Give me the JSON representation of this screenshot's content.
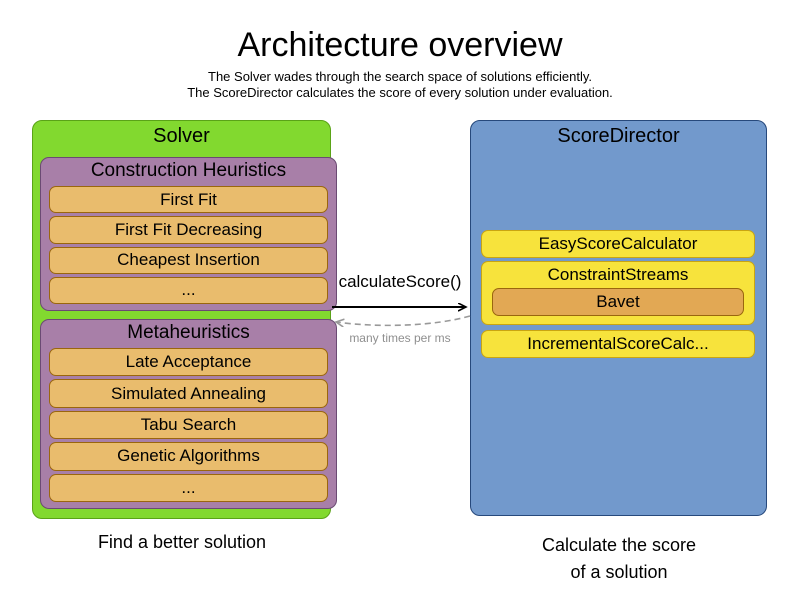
{
  "header": {
    "title": "Architecture overview",
    "subtitle1": "The Solver wades through the search space of solutions efficiently.",
    "subtitle2": "The ScoreDirector calculates the score of every solution under evaluation."
  },
  "solver": {
    "title": "Solver",
    "caption": "Find a better solution",
    "groups": [
      {
        "title": "Construction Heuristics",
        "items": [
          "First Fit",
          "First Fit Decreasing",
          "Cheapest Insertion",
          "..."
        ]
      },
      {
        "title": "Metaheuristics",
        "items": [
          "Late Acceptance",
          "Simulated Annealing",
          "Tabu Search",
          "Genetic Algorithms",
          "..."
        ]
      }
    ]
  },
  "score_director": {
    "title": "ScoreDirector",
    "caption_line1": "Calculate the score",
    "caption_line2": "of a solution",
    "items": [
      {
        "label": "EasyScoreCalculator"
      },
      {
        "label": "ConstraintStreams",
        "sub_items": [
          "Bavet"
        ]
      },
      {
        "label": "IncrementalScoreCalc..."
      }
    ]
  },
  "arrow": {
    "label": "calculateScore()",
    "return_label": "many times per ms"
  },
  "colors": {
    "solver_bg": "#82d92f",
    "solver_border": "#5aa317",
    "group_bg": "#a87fa8",
    "group_border": "#6b4a73",
    "item_bg": "#e9bc6d",
    "item_border": "#9a660e",
    "director_bg": "#7299cc",
    "director_border": "#27497c",
    "calculator_bg": "#f7e33c",
    "calculator_border": "#c9a511",
    "bavet_bg": "#e2a854",
    "arrow_color": "#000000",
    "return_arrow_color": "#999999"
  }
}
